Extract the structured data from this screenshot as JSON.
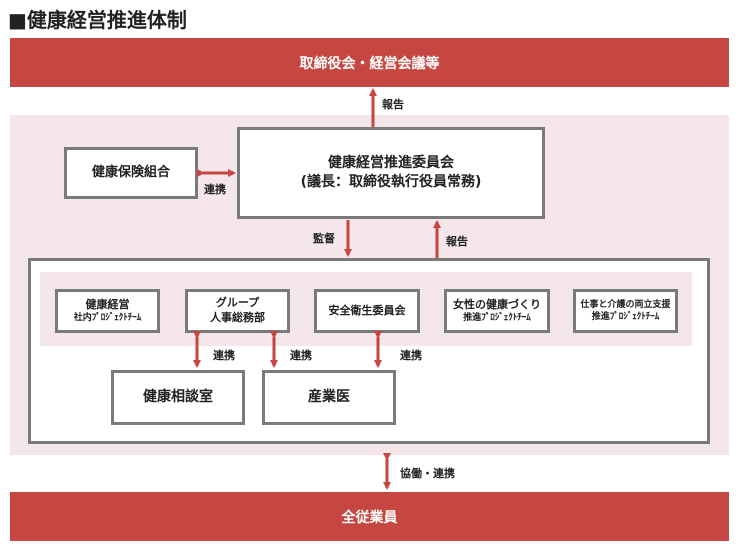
{
  "title": "■健康経営推進体制",
  "top_bar": "取締役会・経営会議等",
  "bottom_bar": "全従業員",
  "committee": {
    "line1": "健康経営推進委員会",
    "line2": "(議長：取締役執行役員常務)"
  },
  "insurance": "健康保険組合",
  "labels": {
    "report_top": "報告",
    "link_insurance": "連携",
    "supervise": "監督",
    "report_mid": "報告",
    "link1": "連携",
    "link2": "連携",
    "link3": "連携",
    "cooperate": "協働・連携"
  },
  "units": [
    {
      "line1": "健康経営",
      "line2": "社内ﾌﾟﾛｼﾞｪｸﾄﾁｰﾑ"
    },
    {
      "line1": "グループ",
      "line2": "人事総務部"
    },
    {
      "line1": "安全衛生委員会",
      "line2": ""
    },
    {
      "line1": "女性の健康づくり",
      "line2": "推進ﾌﾟﾛｼﾞｪｸﾄﾁｰﾑ"
    },
    {
      "line1": "仕事と介護の両立支援",
      "line2": "推進ﾌﾟﾛｼﾞｪｸﾄﾁｰﾑ"
    }
  ],
  "consult": "健康相談室",
  "doctor": "産業医",
  "colors": {
    "red": "#c64641",
    "pink": "#f4e6e9",
    "border": "#7a7a7a"
  }
}
